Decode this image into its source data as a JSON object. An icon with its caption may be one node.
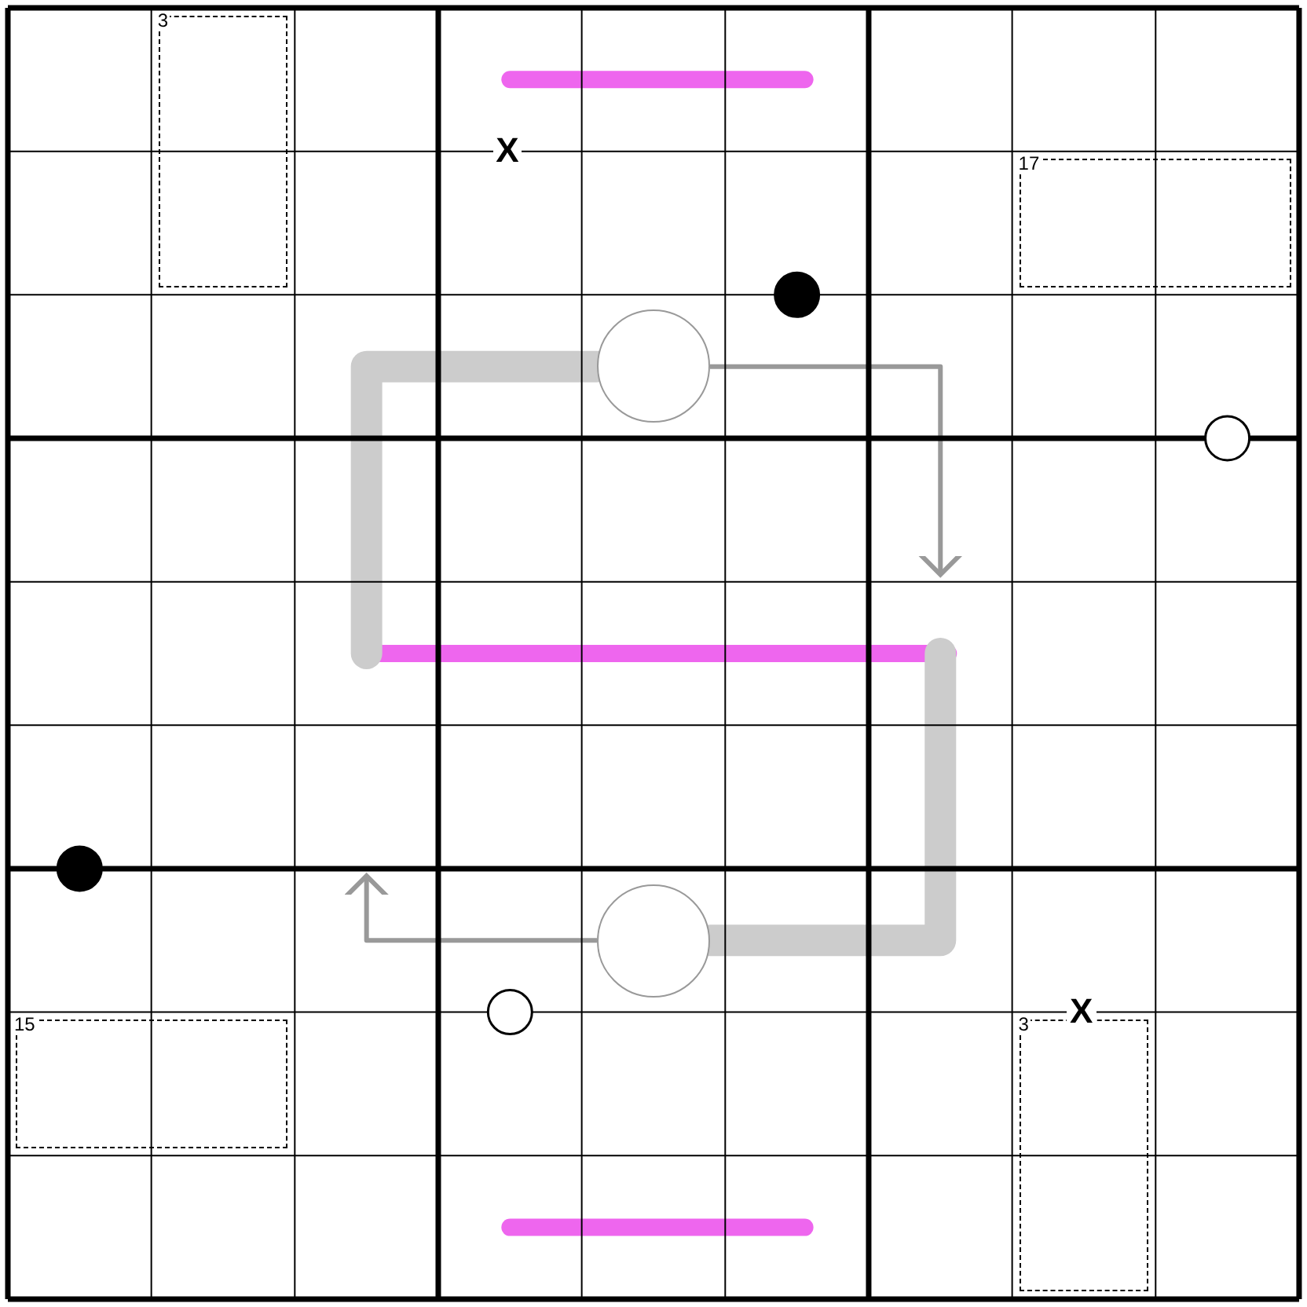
{
  "diagram": {
    "nodes": [
      {
        "text": [
          "3"
        ]
      },
      {
        "text": [
          "17"
        ]
      },
      {
        "text": [
          "15"
        ]
      },
      {
        "text": [
          "3"
        ]
      },
      {
        "text": [],
        "shape": "circle"
      },
      {
        "text": [],
        "shape": "circle"
      }
    ],
    "edges": [
      {
        "from": 4,
        "to": null,
        "arrow": "none",
        "style": "thick",
        "color": "#cccccc"
      },
      {
        "from": 5,
        "to": null,
        "arrow": "none",
        "style": "thick",
        "color": "#cccccc"
      },
      {
        "from": 4,
        "to": null,
        "arrow": "to",
        "color": "#999999"
      },
      {
        "from": 5,
        "to": null,
        "arrow": "to",
        "color": "#999999"
      }
    ],
    "labels": [
      "X",
      "X"
    ]
  }
}
